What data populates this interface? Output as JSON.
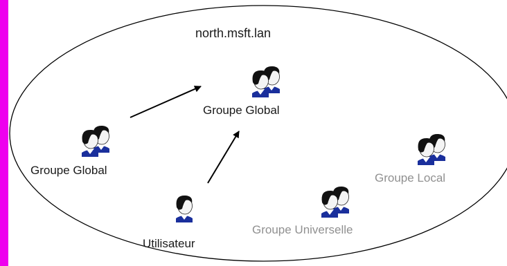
{
  "domain": {
    "name": "north.msft.lan"
  },
  "groups": {
    "global_top": {
      "label": "Groupe Global"
    },
    "global_left": {
      "label": "Groupe Global"
    },
    "user": {
      "label": "Utilisateur"
    },
    "universal": {
      "label": "Groupe Universelle"
    },
    "local": {
      "label": "Groupe Local"
    }
  },
  "icons": {
    "group": "group-people-icon",
    "user": "user-person-icon"
  },
  "colors": {
    "accent_bar": "#ee00ee",
    "shirt": "#1a2f9c",
    "inactive_text": "#909090"
  }
}
